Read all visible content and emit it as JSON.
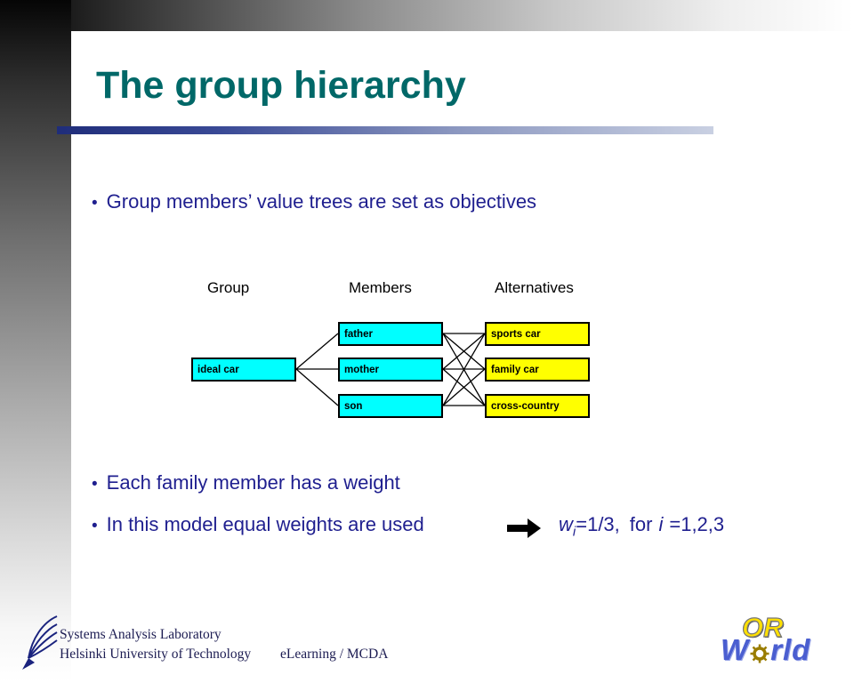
{
  "colors": {
    "title": "#006868",
    "body_text": "#1f1f8f",
    "member_box": "#00ffff",
    "alternative_box": "#ffff00",
    "connector": "#000000"
  },
  "slide": {
    "title": "The group hierarchy",
    "bullet_char": "•",
    "bullets": [
      "Group members’ value trees are set as objectives",
      "Each family member has a weight",
      "In this model equal weights are used"
    ]
  },
  "formula": {
    "var": "w",
    "sub": "i",
    "eq": "=1/3,",
    "for_word": "for",
    "var2": "i",
    "tail": "=1,2,3"
  },
  "diagram": {
    "headers": [
      "Group",
      "Members",
      "Alternatives"
    ],
    "group": "ideal car",
    "members": [
      "father",
      "mother",
      "son"
    ],
    "alternatives": [
      "sports car",
      "family car",
      "cross-country"
    ]
  },
  "footer": {
    "line1": "Systems Analysis Laboratory",
    "line2": "Helsinki University of Technology",
    "course": "eLearning / MCDA"
  },
  "logo": {
    "or": "OR",
    "world_w": "W",
    "world_rest": "rld"
  },
  "icons": {
    "arrow": "right-arrow-icon",
    "gear": "gear-icon",
    "feather": "sal-feather-logo"
  }
}
